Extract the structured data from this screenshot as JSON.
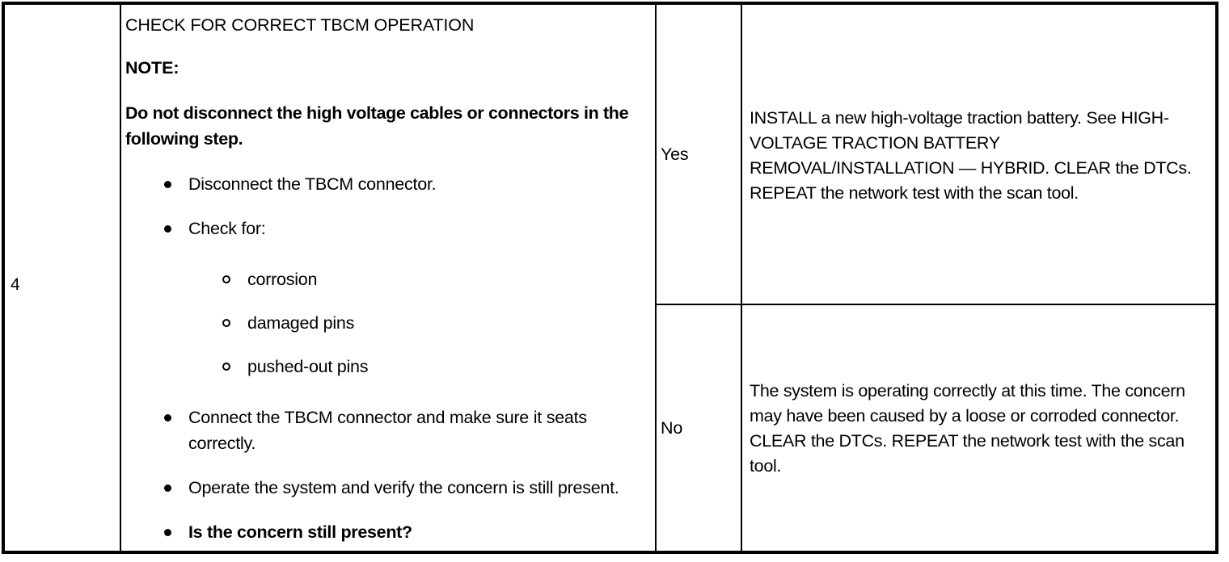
{
  "table": {
    "step": {
      "number": "4"
    },
    "procedure": {
      "heading": "CHECK FOR CORRECT TBCM OPERATION",
      "note_label": "NOTE:",
      "note_body": "Do not disconnect the high voltage cables or connectors in the following step.",
      "bullets": [
        {
          "text": "Disconnect the TBCM connector."
        },
        {
          "text": "Check for:",
          "sub_bullets": [
            {
              "text": "corrosion"
            },
            {
              "text": "damaged pins"
            },
            {
              "text": "pushed-out pins"
            }
          ]
        },
        {
          "text": "Connect the TBCM connector and make sure it seats correctly."
        },
        {
          "text": "Operate the system and verify the concern is still present."
        },
        {
          "text": "Is the concern still present?",
          "bold": true
        }
      ]
    },
    "results": [
      {
        "answer": "Yes",
        "action": "INSTALL a new high-voltage traction battery. See HIGH-VOLTAGE TRACTION BATTERY REMOVAL/INSTALLATION — HYBRID. CLEAR the DTCs. REPEAT the network test with the scan tool."
      },
      {
        "answer": "No",
        "action": "The system is operating correctly at this time. The concern may have been caused by a loose or corroded connector. CLEAR the DTCs. REPEAT the network test with the scan tool."
      }
    ]
  }
}
